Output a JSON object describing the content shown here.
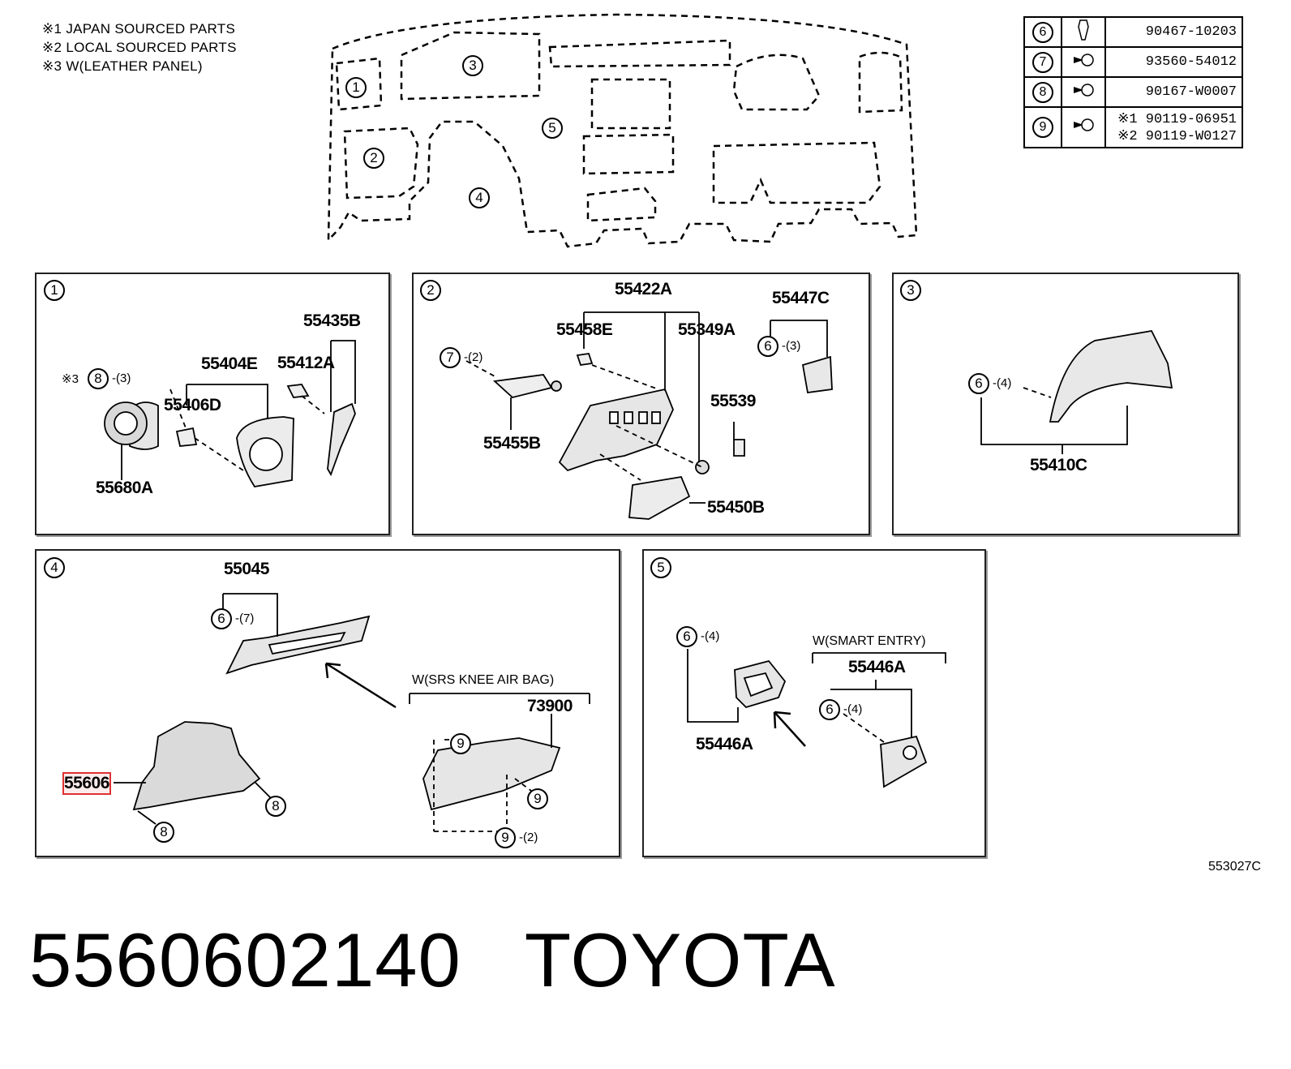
{
  "notes": [
    "※1 JAPAN SOURCED PARTS",
    "※2 LOCAL SOURCED PARTS",
    "※3 W(LEATHER PANEL)"
  ],
  "overview_callouts": [
    "1",
    "2",
    "3",
    "4",
    "5"
  ],
  "reference_table": [
    {
      "num": "6",
      "icon": "clip-icon",
      "pn": "90467-10203"
    },
    {
      "num": "7",
      "icon": "screw-icon",
      "pn": "93560-54012"
    },
    {
      "num": "8",
      "icon": "screw-icon",
      "pn": "90167-W0007"
    },
    {
      "num": "9",
      "icon": "screw-icon",
      "pn": "※1 90119-06951",
      "pn2": "※2 90119-W0127"
    }
  ],
  "panels": {
    "p1": {
      "num": "1",
      "labels": {
        "a": "55435B",
        "b": "55404E",
        "c": "55412A",
        "d": "55406D",
        "e": "55680A"
      },
      "note": "※3",
      "callout": "8",
      "qty": "-(3)"
    },
    "p2": {
      "num": "2",
      "labels": {
        "a": "55422A",
        "b": "55447C",
        "c": "55458E",
        "d": "55349A",
        "e": "55539",
        "f": "55455B",
        "g": "55450B"
      },
      "callout7": "7",
      "qty7": "-(2)",
      "callout6": "6",
      "qty6": "-(3)"
    },
    "p3": {
      "num": "3",
      "labels": {
        "a": "55410C"
      },
      "callout": "6",
      "qty": "-(4)"
    },
    "p4": {
      "num": "4",
      "labels": {
        "a": "55045",
        "b": "73900",
        "c": "55606"
      },
      "variant": "W(SRS KNEE AIR BAG)",
      "callout6": "6",
      "qty6": "-(7)",
      "callout8": "8",
      "callout9": "9",
      "qty9": "-(2)"
    },
    "p5": {
      "num": "5",
      "labels": {
        "a": "55446A",
        "b": "55446A"
      },
      "variant": "W(SMART ENTRY)",
      "callout": "6",
      "qty": "-(4)"
    }
  },
  "diagram_code": "553027C",
  "footer": {
    "part_number": "5560602140",
    "brand": "TOYOTA"
  },
  "colors": {
    "highlight": "#e03030",
    "line": "#000000"
  }
}
